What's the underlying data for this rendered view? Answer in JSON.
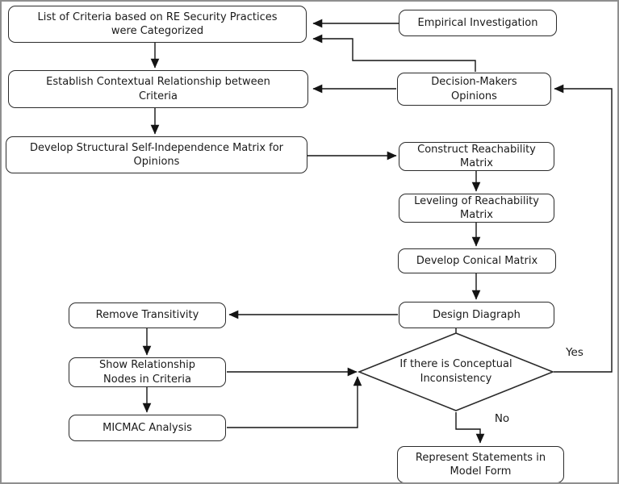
{
  "frame": {
    "background_color": "#ffffff",
    "border_color": "#8f8f8f",
    "line_color": "#141414",
    "node_border_color": "#2b2b2b"
  },
  "flowchart": {
    "nodes": {
      "list_criteria": "List of Criteria based on RE Security Practices\nwere Categorized",
      "empirical": "Empirical Investigation",
      "establish": "Establish Contextual Relationship between\nCriteria",
      "decision_makers": "Decision-Makers\nOpinions",
      "develop_ssim": "Develop Structural Self-Independence Matrix for\nOpinions",
      "construct_rm": "Construct Reachability\nMatrix",
      "leveling_rm": "Leveling of Reachability\nMatrix",
      "conical": "Develop Conical Matrix",
      "diagraph": "Design Diagraph",
      "remove_transitivity": "Remove Transitivity",
      "show_nodes": "Show Relationship\nNodes in Criteria",
      "micmac": "MICMAC Analysis",
      "represent": "Represent Statements in\nModel Form"
    },
    "decision_diamond": "If there is Conceptual\nInconsistency",
    "branch_labels": {
      "yes": "Yes",
      "no": "No"
    }
  }
}
